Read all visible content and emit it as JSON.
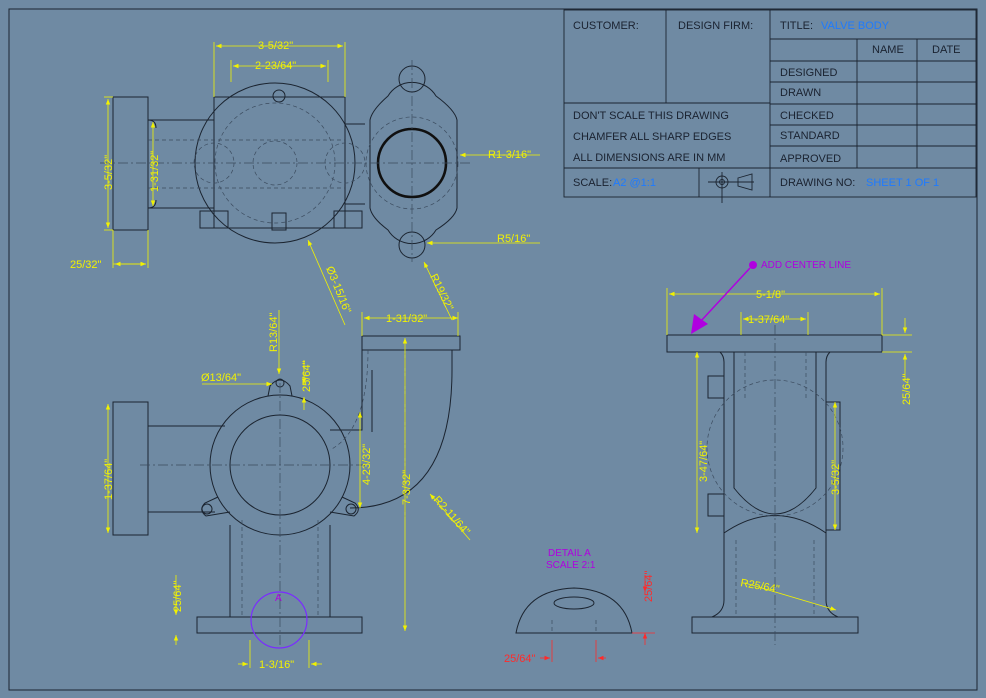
{
  "title_block": {
    "customer_label": "CUSTOMER:",
    "design_firm_label": "DESIGN FIRM:",
    "title_label": "TITLE:",
    "title_value": "VALVE BODY",
    "name_header": "NAME",
    "date_header": "DATE",
    "rows": [
      "DESIGNED",
      "DRAWN",
      "CHECKED",
      "STANDARD",
      "APPROVED"
    ],
    "notes": [
      "DON'T SCALE THIS DRAWING",
      "CHAMFER ALL SHARP EDGES",
      "ALL DIMENSIONS ARE IN MM"
    ],
    "scale_label": "SCALE:",
    "scale_value": "A2 @1:1",
    "drawing_no_label": "DRAWING NO:",
    "drawing_no_value": "SHEET 1 OF 1"
  },
  "dimensions": {
    "d_3_5_32_top": "3-5/32\"",
    "d_2_23_64": "2-23/64\"",
    "d_3_5_32_left": "3-5/32\"",
    "d_1_31_32_left": "1-31/32\"",
    "d_25_32": "25/32\"",
    "d_r1_3_16": "R1-3/16\"",
    "d_r5_16": "R5/16\"",
    "d_dia3_15_16": "Ø3-15/16\"",
    "d_r19_32": "R19/32\"",
    "d_1_31_32_front": "1-31/32\"",
    "d_r13_64": "R13/64\"",
    "d_dia13_64": "Ø13/64\"",
    "d_25_64_boss": "25/64\"",
    "d_1_37_64_left": "1-37/64\"",
    "d_4_23_32": "4-23/32\"",
    "d_7_3_32": "7-3/32\"",
    "d_r2_11_64": "R2-11/64\"",
    "d_25_64_foot": "25/64\"",
    "d_1_3_16": "1-3/16\"",
    "detail_label": "A",
    "d_5_1_8": "5-1/8\"",
    "d_1_37_64_side": "1-37/64\"",
    "d_25_64_side": "25/64\"",
    "d_3_47_64": "3-47/64\"",
    "d_3_5_32_side": "3-5/32\"",
    "d_r25_64": "R25/64\""
  },
  "detail": {
    "title": "DETAIL A",
    "scale": "SCALE 2:1",
    "d_25_64_v": "25/64\"",
    "d_25_64_h": "25/64\""
  },
  "annotation": {
    "text": "ADD CENTER LINE"
  },
  "colors": {
    "background": "#6f8aa3",
    "dimension": "#f2f200",
    "detail_dimension": "#ff2a2a",
    "title_value": "#1e7bff",
    "annotation": "#b000e0"
  }
}
